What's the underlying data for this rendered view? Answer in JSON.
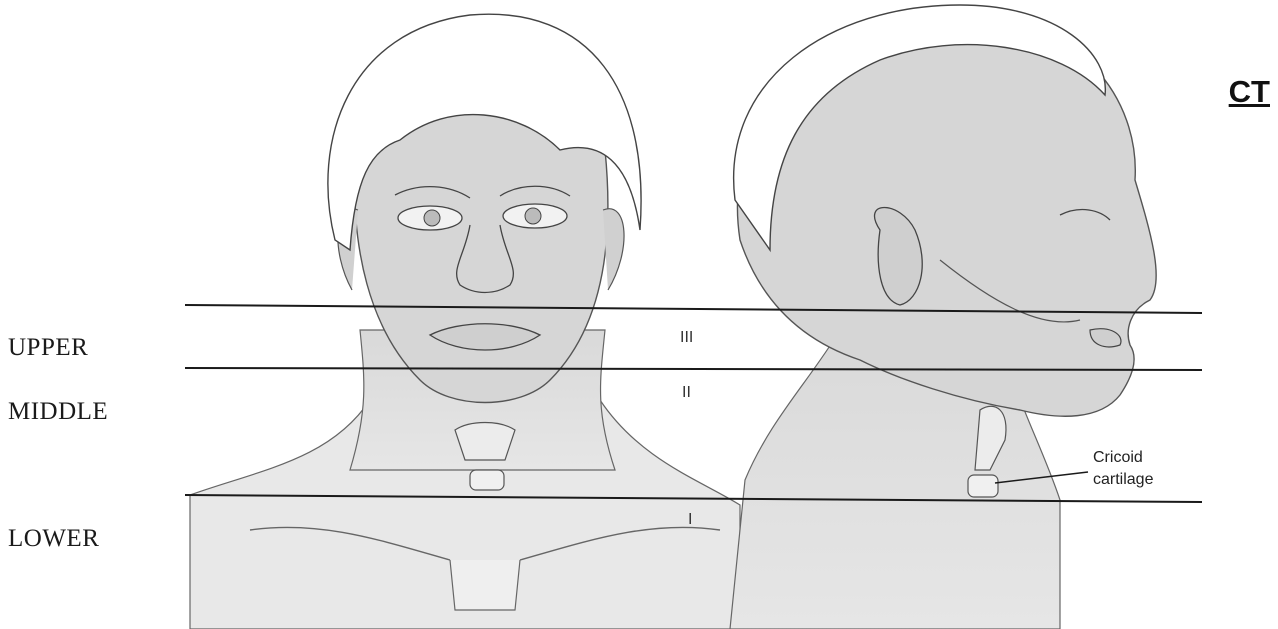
{
  "corner_title": "CT",
  "zone_labels": {
    "upper": "UPPER",
    "middle": "MIDDLE",
    "lower": "LOWER"
  },
  "zone_numerals": {
    "upper": "III",
    "middle": "II",
    "lower": "I"
  },
  "callout": {
    "line1": "Cricoid",
    "line2": "cartilage"
  },
  "colors": {
    "skin": "#dcdcdc",
    "hair": "#ffffff",
    "line": "#1a1a1a",
    "sketch": "#555555"
  },
  "icons": [
    "front-head-illustration",
    "lateral-head-illustration"
  ]
}
